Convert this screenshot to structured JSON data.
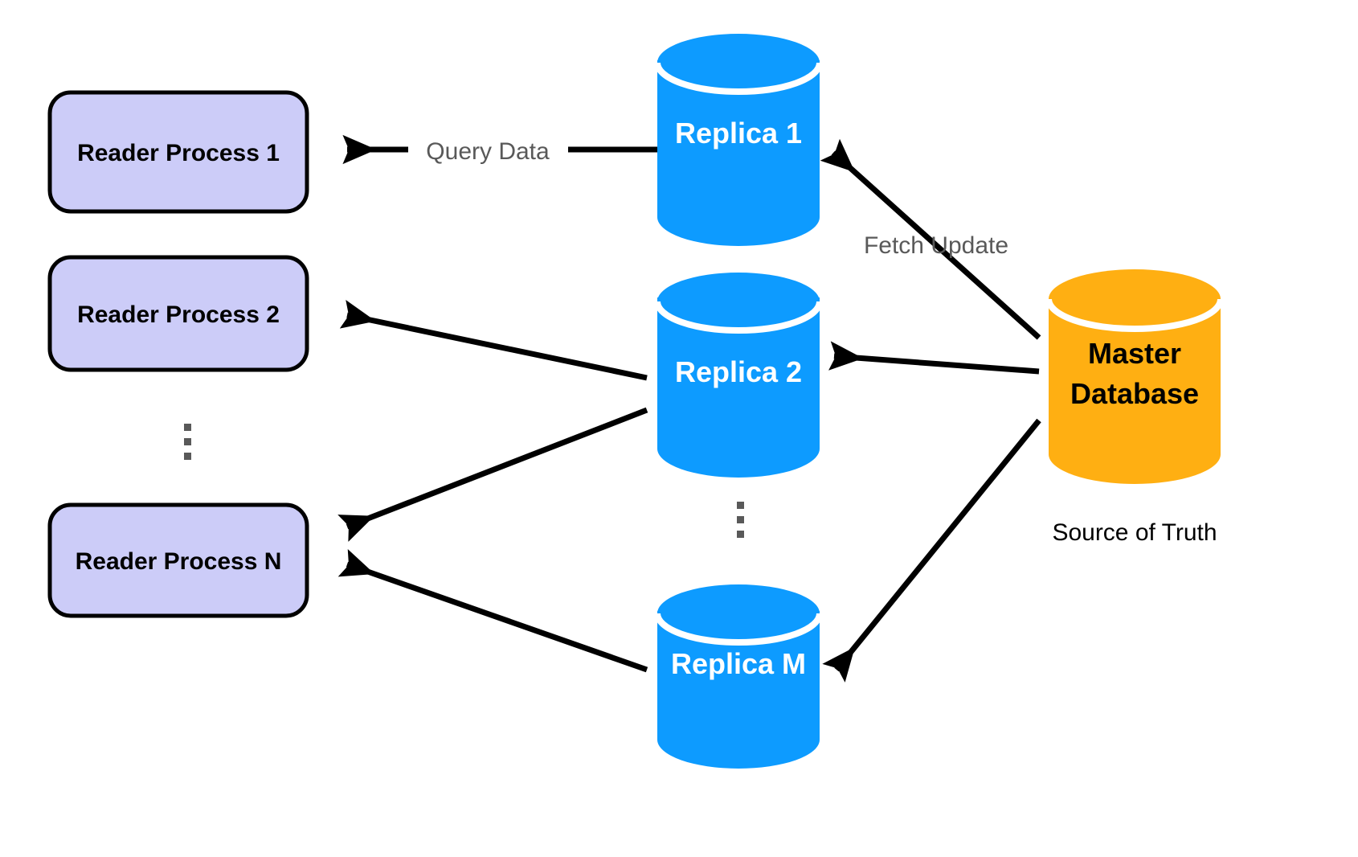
{
  "diagram": {
    "title": "Database Read Replica Architecture",
    "background_color": "#ffffff",
    "colors": {
      "reader_box_fill": "#ccccf8",
      "reader_box_stroke": "#000000",
      "replica_fill": "#0d9bff",
      "master_fill": "#ffaf12",
      "edge_color": "#000000",
      "edge_label_color": "#595959",
      "replica_text_color": "#ffffff",
      "master_text_color": "#000000",
      "ellipsis_color": "#595959"
    },
    "readers": [
      {
        "id": "reader-1",
        "label": "Reader Process 1"
      },
      {
        "id": "reader-2",
        "label": "Reader Process 2"
      },
      {
        "id": "reader-n",
        "label": "Reader Process N"
      }
    ],
    "replicas": [
      {
        "id": "replica-1",
        "label": "Replica 1"
      },
      {
        "id": "replica-2",
        "label": "Replica 2"
      },
      {
        "id": "replica-m",
        "label": "Replica M"
      }
    ],
    "master": {
      "id": "master-database",
      "label_line1": "Master",
      "label_line2": "Database",
      "caption": "Source of Truth"
    },
    "edge_labels": [
      {
        "id": "query-data",
        "text": "Query Data"
      },
      {
        "id": "fetch-update",
        "text": "Fetch Update"
      }
    ],
    "ellipses": [
      {
        "id": "readers-ellipsis",
        "symbol": "vertical-ellipsis"
      },
      {
        "id": "replicas-ellipsis",
        "symbol": "vertical-ellipsis"
      }
    ]
  }
}
